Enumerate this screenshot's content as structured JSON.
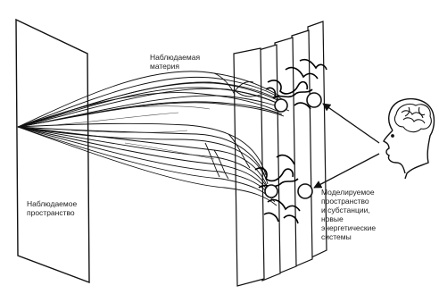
{
  "labels": {
    "observed_matter": [
      "Наблюдаемая",
      "материя"
    ],
    "observed_space": [
      "Наблюдаемое",
      "пространство"
    ],
    "modeled_space": [
      "Моделируемое",
      "пространство",
      "и субстанции,",
      "новые",
      "энергетические",
      "системы"
    ]
  },
  "colors": {
    "ink": "#111111",
    "paper": "#ffffff"
  },
  "icons": [
    "human-head-profile-icon",
    "brain-icon",
    "arrow-icon"
  ]
}
